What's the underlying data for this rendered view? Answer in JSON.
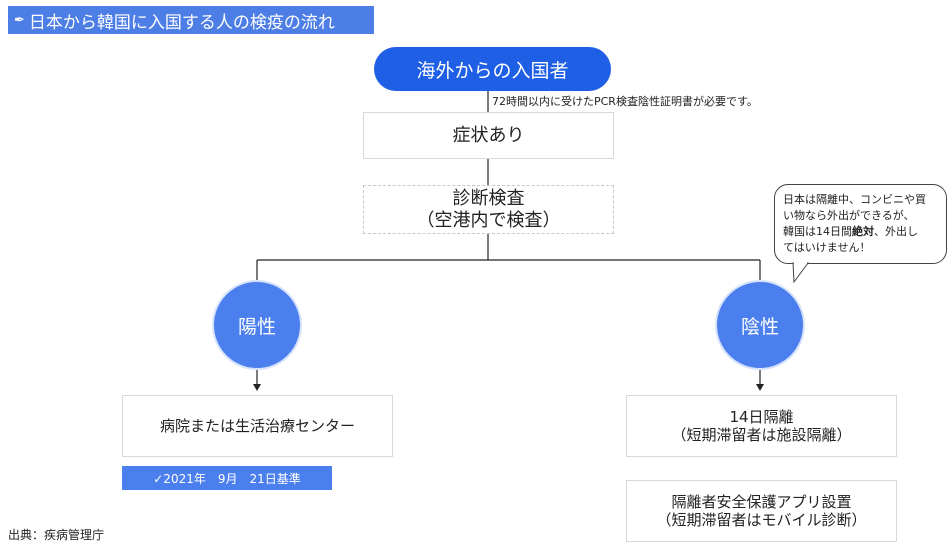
{
  "header": {
    "icon": "syringe-icon",
    "title": "日本から韓国に入国する人の検疫の流れ"
  },
  "nodes": {
    "arrival": "海外からの入国者",
    "pcr_note": "72時間以内に受けたPCR検査陰性証明書が必要です。",
    "symptoms": "症状あり",
    "diagnosis_line1": "診断検査",
    "diagnosis_line2": "（空港内で検査）",
    "positive": "陽性",
    "negative": "陰性",
    "hospital": "病院または生活治療センター",
    "quarantine_line1": "14日隔離",
    "quarantine_line2": "（短期滞留者は施設隔離）",
    "app_line1": "隔離者安全保護アプリ設置",
    "app_line2": "（短期滞留者はモバイル診断）"
  },
  "date_tag": "✓2021年　9月　21日基準",
  "source": "出典：疾病管理庁",
  "bubble": {
    "line1": "日本は隔離中、コンビニや買",
    "line2": "い物なら外出ができるが、",
    "line3_pre": "韓国は14日間",
    "line3_bold": "絶対",
    "line3_post": "、外出し",
    "line4": "てはいけません！"
  },
  "colors": {
    "accent": "#1f5fe6",
    "circle": "#4b7fee",
    "header": "#4c7ee6"
  }
}
